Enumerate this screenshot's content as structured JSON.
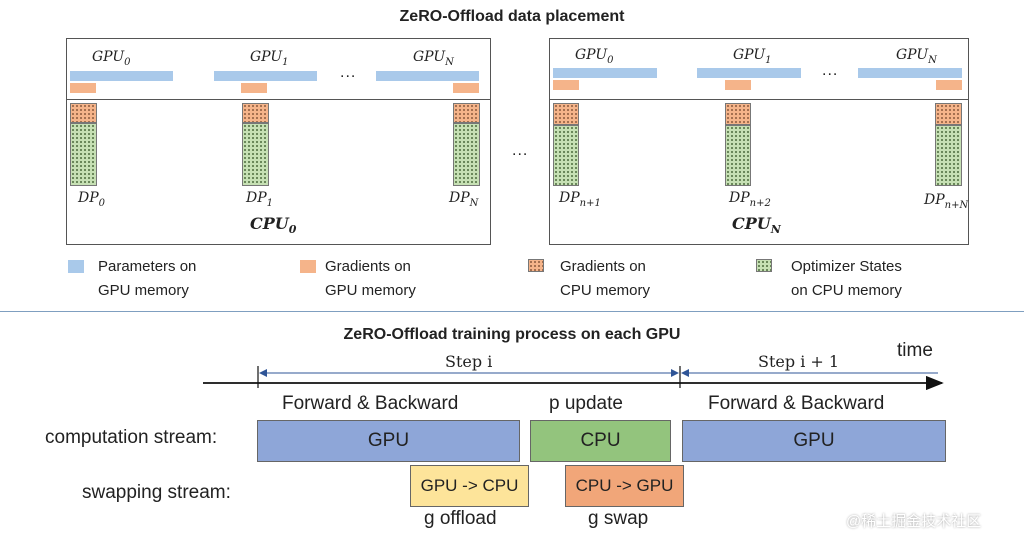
{
  "top": {
    "title": "ZeRO-Offload data placement",
    "ellipsis": "...",
    "panel_ellipsis": "...",
    "panels": [
      {
        "gpus": [
          {
            "base": "GPU",
            "sub": "0"
          },
          {
            "base": "GPU",
            "sub": "1"
          },
          {
            "base": "GPU",
            "sub": "N"
          }
        ],
        "dps": [
          {
            "base": "DP",
            "sub": "0"
          },
          {
            "base": "DP",
            "sub": "1"
          },
          {
            "base": "DP",
            "sub": "N"
          }
        ],
        "cpu": {
          "base": "CPU",
          "sub": "0"
        }
      },
      {
        "gpus": [
          {
            "base": "GPU",
            "sub": "0"
          },
          {
            "base": "GPU",
            "sub": "1"
          },
          {
            "base": "GPU",
            "sub": "N"
          }
        ],
        "dps": [
          {
            "base": "DP",
            "sub": "n+1"
          },
          {
            "base": "DP",
            "sub": "n+2"
          },
          {
            "base": "DP",
            "sub": "n+N"
          }
        ],
        "cpu": {
          "base": "CPU",
          "sub": "N"
        }
      }
    ],
    "legend": [
      {
        "line1": "Parameters on",
        "line2": "GPU memory"
      },
      {
        "line1": "Gradients on",
        "line2": "GPU memory"
      },
      {
        "line1": "Gradients on",
        "line2": "CPU memory"
      },
      {
        "line1": "Optimizer States",
        "line2": "on CPU memory"
      }
    ]
  },
  "bottom": {
    "title": "ZeRO-Offload training process on each GPU",
    "step_i": "Step i",
    "step_i1": "Step i + 1",
    "time_label": "time",
    "fwd_bwd_1": "Forward & Backward",
    "p_update": "p update",
    "fwd_bwd_2": "Forward & Backward",
    "computation_label": "computation stream:",
    "swapping_label": "swapping stream:",
    "gpu_box_1": "GPU",
    "cpu_box": "CPU",
    "gpu_box_2": "GPU",
    "offload_box": "GPU -> CPU",
    "swap_box": "CPU -> GPU",
    "g_offload": "g offload",
    "g_swap": "g swap"
  },
  "watermark": "@稀土掘金技术社区",
  "colors": {
    "param": "#a9c9ea",
    "gpu_grad": "#f5b48a",
    "cpu_grad": "#f5b48a",
    "optimizer": "#c6e0b4",
    "gpu_box": "#8ea6d8",
    "cpu_box": "#93c47d",
    "offload_box": "#fde49a",
    "swap_box": "#f1a679",
    "divider": "#7f9fc0"
  }
}
